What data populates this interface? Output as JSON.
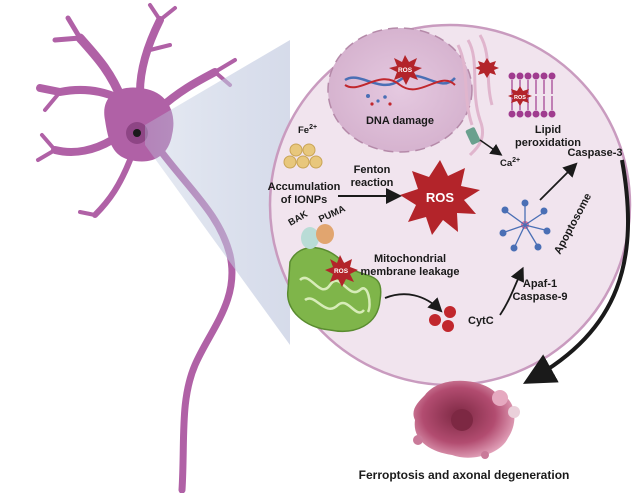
{
  "labels": {
    "fe": "Fe",
    "fe_sup": "2+",
    "accumulation_line1": "Accumulation",
    "accumulation_line2": "of IONPs",
    "fenton_line1": "Fenton",
    "fenton_line2": "reaction",
    "ros_main": "ROS",
    "ros_small": "ROS",
    "dna_damage": "DNA damage",
    "lipid_line1": "Lipid",
    "lipid_line2": "peroxidation",
    "ca": "Ca",
    "ca_sup": "2+",
    "caspase3": "Caspase-3",
    "apoptosome": "Apoptosome",
    "bak": "BAK",
    "puma": "PUMA",
    "mito_line1": "Mitochondrial",
    "mito_line2": "membrane leakage",
    "apaf1": "Apaf-1",
    "caspase9": "Caspase-9",
    "cytc": "CytC",
    "caption": "Ferroptosis and axonal degeneration"
  },
  "colors": {
    "neuron": "#b061a6",
    "neuron_dark": "#8e4585",
    "circle_bg": "#f1e4ee",
    "circle_border": "#c99bbf",
    "ros_red": "#b3242a",
    "iron": "#e8c77c",
    "mito_green": "#7fb54a",
    "cytc_red": "#c1272d",
    "dna_blue": "#4a6fb5",
    "dead_cell": "#b04a6e"
  }
}
